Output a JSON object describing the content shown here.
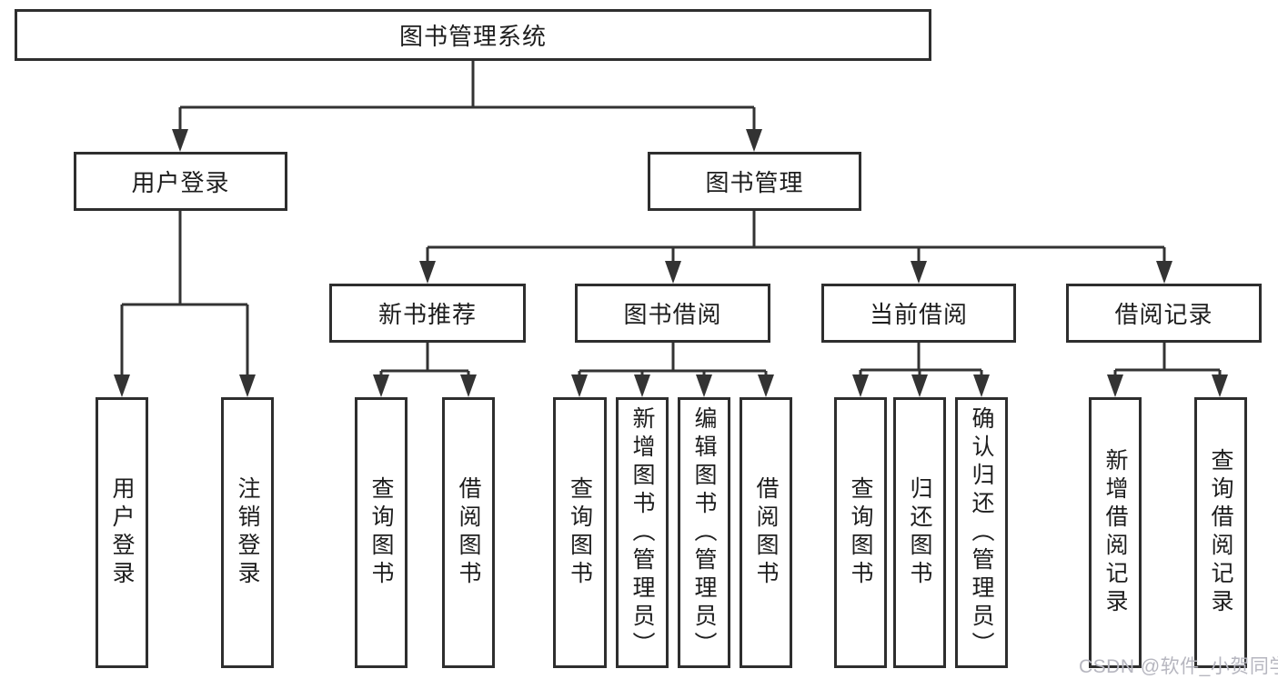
{
  "diagram": {
    "root": {
      "label": "图书管理系统"
    },
    "level2": [
      {
        "label": "用户登录",
        "children": [
          {
            "label": "用户登录"
          },
          {
            "label": "注销登录"
          }
        ]
      },
      {
        "label": "图书管理",
        "children": [
          {
            "label": "新书推荐",
            "children": [
              {
                "label": "查询图书"
              },
              {
                "label": "借阅图书"
              }
            ]
          },
          {
            "label": "图书借阅",
            "children": [
              {
                "label": "查询图书"
              },
              {
                "label": "新增图书（管理员）"
              },
              {
                "label": "编辑图书（管理员）"
              },
              {
                "label": "借阅图书"
              }
            ]
          },
          {
            "label": "当前借阅",
            "children": [
              {
                "label": "查询图书"
              },
              {
                "label": "归还图书"
              },
              {
                "label": "确认归还（管理员）"
              }
            ]
          },
          {
            "label": "借阅记录",
            "children": [
              {
                "label": "新增借阅记录"
              },
              {
                "label": "查询借阅记录"
              }
            ]
          }
        ]
      }
    ]
  },
  "watermark": {
    "text": "CSDN @软件_小贺同学"
  },
  "colors": {
    "line": "#333333",
    "box_border": "#2e2e2e",
    "text": "#1d1d1d",
    "watermark": "#b6b6bf",
    "background": "#ffffff"
  }
}
